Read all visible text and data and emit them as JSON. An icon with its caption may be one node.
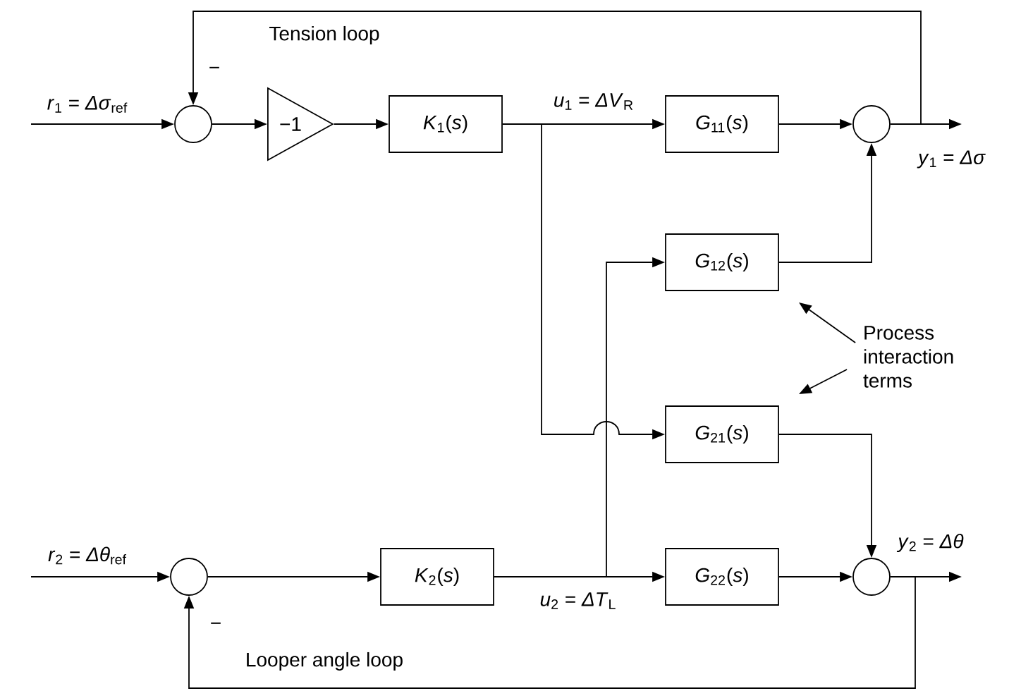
{
  "diagram": {
    "nodes": [
      {
        "text": [],
        "shape": "circle"
      },
      {
        "text": [
          "−1"
        ]
      },
      {
        "text": [
          "*K*$_{1}$(*s*)"
        ]
      },
      {
        "text": [
          "*G*$_{11}$(*s*)"
        ]
      },
      {
        "text": [],
        "shape": "circle"
      },
      {
        "text": [
          "*G*$_{12}$(*s*)"
        ]
      },
      {
        "text": [
          "*G*$_{21}$(*s*)"
        ]
      },
      {
        "text": [
          "*G*$_{22}$(*s*)"
        ]
      },
      {
        "text": [],
        "shape": "circle"
      },
      {
        "text": [
          "*K*$_{2}$(*s*)"
        ]
      },
      {
        "text": [],
        "shape": "circle"
      },
      {
        "text": [
          "Process interaction terms"
        ]
      }
    ],
    "edges": [
      {
        "from": null,
        "to": 0,
        "arrow": "to",
        "label": "*r*$_{1}$ = *Δσ*$_{ref}$"
      },
      {
        "from": 0,
        "to": 1,
        "arrow": "to"
      },
      {
        "from": 1,
        "to": 2,
        "arrow": "to"
      },
      {
        "from": 2,
        "to": 3,
        "arrow": "to",
        "label": "*u*$_{1}$ = *ΔV*$_{R}$"
      },
      {
        "from": 3,
        "to": 4,
        "arrow": "to"
      },
      {
        "from": 4,
        "to": null,
        "arrow": "to",
        "label": "*y*$_{1}$ = *Δσ*"
      },
      {
        "from": 4,
        "to": 0,
        "arrow": "to",
        "label": "Tension loop"
      },
      {
        "from": 2,
        "to": 6,
        "arrow": "to"
      },
      {
        "from": 5,
        "to": 4,
        "arrow": "to"
      },
      {
        "from": null,
        "to": 10,
        "arrow": "to",
        "label": "*r*$_{2}$ = *Δθ*$_{ref}$"
      },
      {
        "from": 10,
        "to": 9,
        "arrow": "to"
      },
      {
        "from": 9,
        "to": 7,
        "arrow": "to",
        "label": "*u*$_{2}$ = *ΔT*$_{L}$"
      },
      {
        "from": 9,
        "to": 5,
        "arrow": "to"
      },
      {
        "from": 6,
        "to": 8,
        "arrow": "to"
      },
      {
        "from": 7,
        "to": 8,
        "arrow": "to"
      },
      {
        "from": 8,
        "to": null,
        "arrow": "to",
        "label": "*y*$_{2}$ = *Δθ*"
      },
      {
        "from": 8,
        "to": 10,
        "arrow": "to",
        "label": "Looper angle loop"
      },
      {
        "from": 11,
        "to": 5,
        "arrow": "to"
      },
      {
        "from": 11,
        "to": 6,
        "arrow": "to"
      }
    ],
    "labels": [
      "−",
      "−"
    ]
  }
}
